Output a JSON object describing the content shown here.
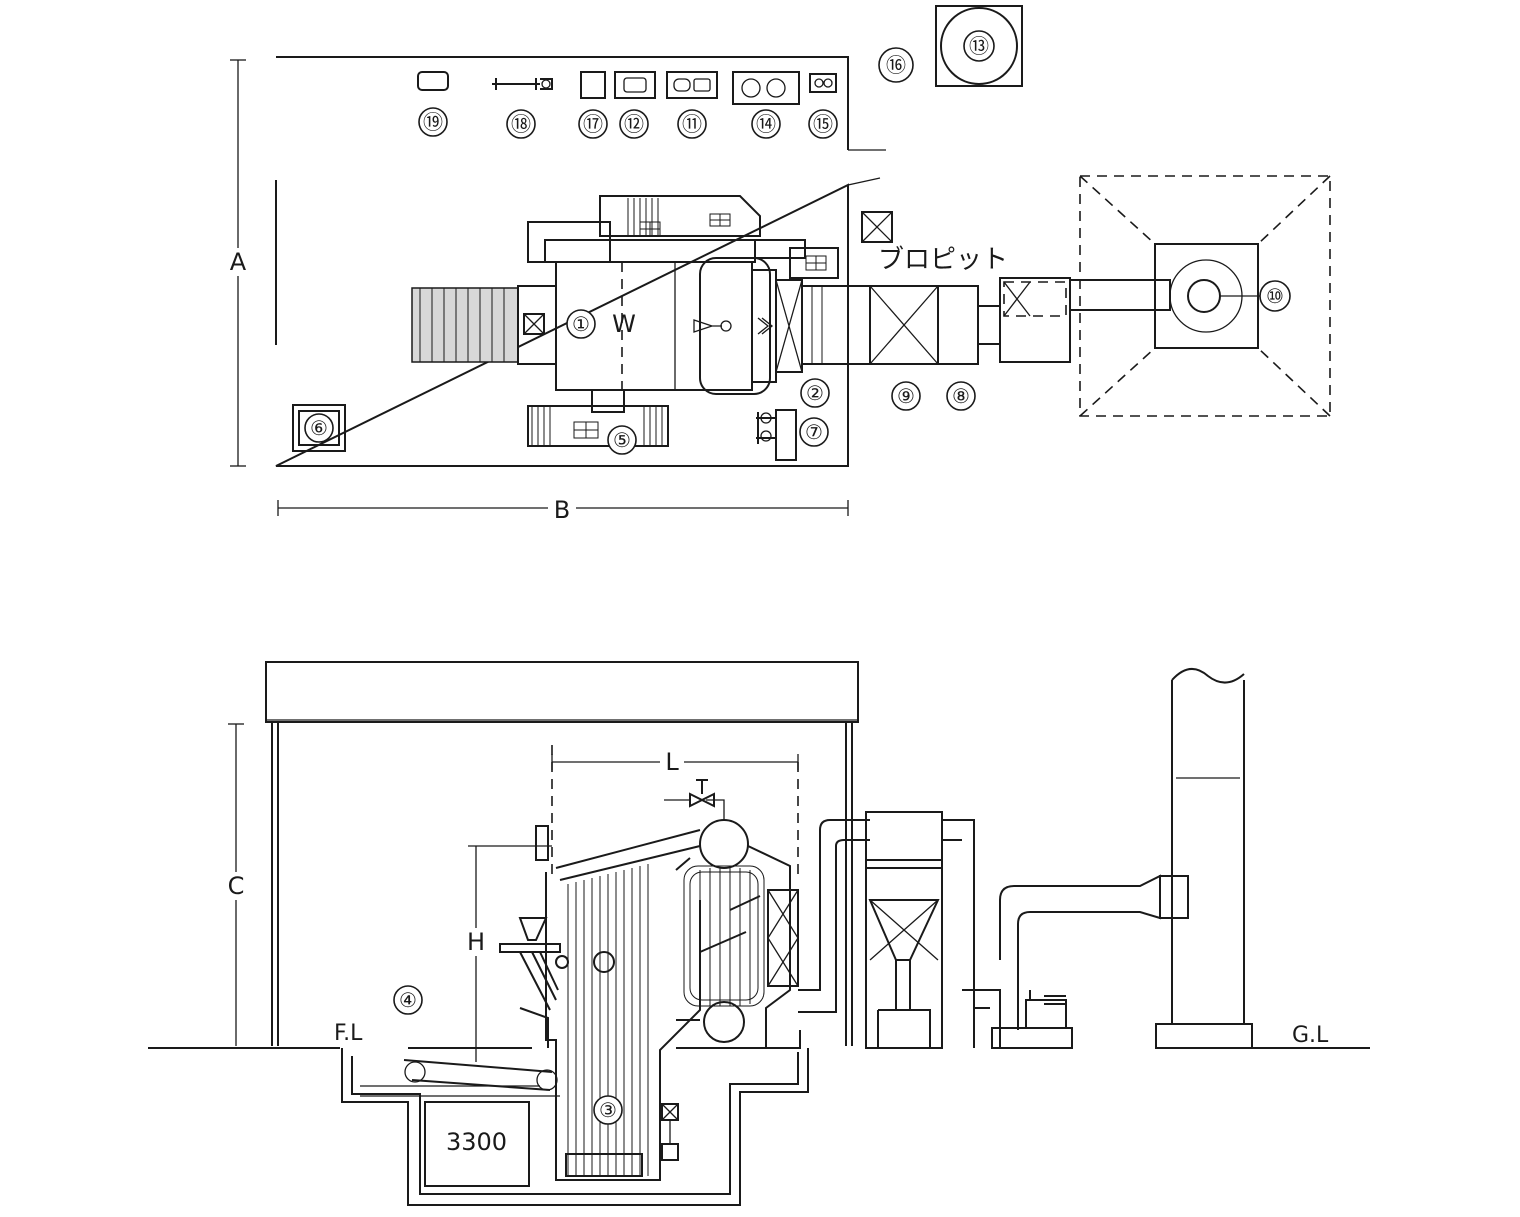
{
  "plan": {
    "dimensions": {
      "A": "A",
      "B": "B",
      "W": "W"
    },
    "pit_label": "ブロピット",
    "markers": [
      "①",
      "②",
      "⑤",
      "⑥",
      "⑦",
      "⑧",
      "⑨",
      "⑩",
      "⑪",
      "⑫",
      "⑬",
      "⑭",
      "⑮",
      "⑯",
      "⑰",
      "⑱",
      "⑲"
    ]
  },
  "elevation": {
    "dimensions": {
      "C": "C",
      "L": "L",
      "H": "H"
    },
    "floor_level": "F.L",
    "ground_level": "G.L",
    "pit_depth": "3300",
    "markers": [
      "③",
      "④"
    ]
  }
}
